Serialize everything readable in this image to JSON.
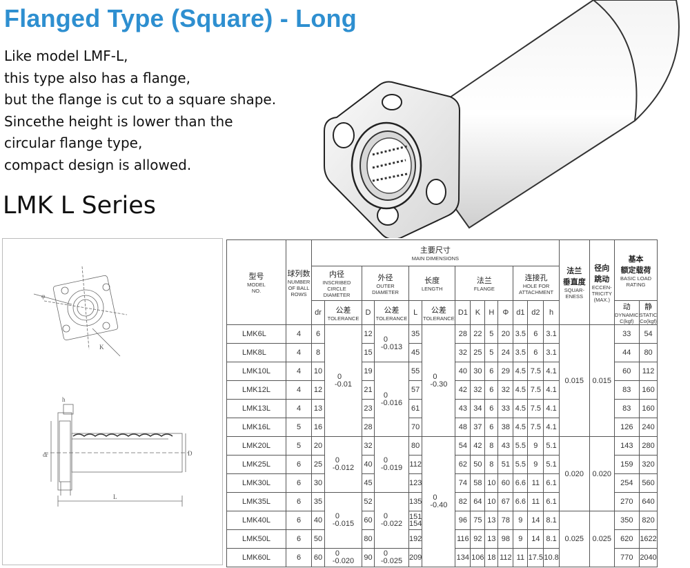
{
  "title": "Flanged Type (Square) - Long",
  "description_lines": [
    "Like model LMF-L,",
    "this type also has a flange,",
    "but the flange is cut to a square shape.",
    "Sincethe height is lower than the",
    "circular flange type,",
    "compact design is allowed."
  ],
  "series_heading": "LMK L Series",
  "drawing_labels": {
    "phi": "φ",
    "k": "K",
    "l": "L",
    "d": "D",
    "dr": "dr",
    "h": "h"
  },
  "table": {
    "header": {
      "model": {
        "cn": "型号",
        "en1": "MODEL",
        "en2": "NO."
      },
      "ball_rows": {
        "cn": "球列数",
        "en1": "NUMBER",
        "en2": "OF BALL",
        "en3": "ROWS"
      },
      "main_dims": {
        "cn": "主要尺寸",
        "en": "MAIN DIMENSIONS"
      },
      "inscribed": {
        "cn": "内径",
        "en1": "INSCRIBED",
        "en2": "CIRCLE",
        "en3": "DIAMETER"
      },
      "outer": {
        "cn": "外径",
        "en1": "OUTER",
        "en2": "DIAMETER"
      },
      "length": {
        "cn": "长度",
        "en": "LENGTH"
      },
      "flange": {
        "cn": "法兰",
        "en": "FLANGE"
      },
      "hole": {
        "cn": "连接孔",
        "en1": "HOLE FOR",
        "en2": "ATTACHMENT"
      },
      "squareness": {
        "cn": "法兰垂直度",
        "en1": "SQUAR-",
        "en2": "ENESS"
      },
      "eccentricity": {
        "cn": "径向跳动",
        "en1": "ECCEN-",
        "en2": "TRICITY",
        "en3": "(MAX.)"
      },
      "load": {
        "cn": "基本额定载荷",
        "en1": "BASIC LOAD",
        "en2": "RATING"
      },
      "tol_cn": "公差",
      "tol_en": "TOLERANCE",
      "dr": "dr",
      "D": "D",
      "L": "L",
      "D1": "D1",
      "K": "K",
      "H": "H",
      "phi": "Φ",
      "d1": "d1",
      "d2": "d2",
      "h": "h",
      "dyn_cn": "动",
      "dyn_en1": "DYNAMIC",
      "dyn_en2": "C(kgf)",
      "sta_cn": "静",
      "sta_en1": "STATIC",
      "sta_en2": "Co(kgf)"
    },
    "rows": [
      {
        "model": "LMK6L",
        "balls": "4",
        "dr": "6",
        "D": "12",
        "L": "35",
        "D1": "28",
        "K": "22",
        "H": "5",
        "phi": "20",
        "d1": "3.5",
        "d2": "6",
        "h": "3.1",
        "dyn": "33",
        "sta": "54"
      },
      {
        "model": "LMK8L",
        "balls": "4",
        "dr": "8",
        "D": "15",
        "L": "45",
        "D1": "32",
        "K": "25",
        "H": "5",
        "phi": "24",
        "d1": "3.5",
        "d2": "6",
        "h": "3.1",
        "dyn": "44",
        "sta": "80"
      },
      {
        "model": "LMK10L",
        "balls": "4",
        "dr": "10",
        "D": "19",
        "L": "55",
        "D1": "40",
        "K": "30",
        "H": "6",
        "phi": "29",
        "d1": "4.5",
        "d2": "7.5",
        "h": "4.1",
        "dyn": "60",
        "sta": "112"
      },
      {
        "model": "LMK12L",
        "balls": "4",
        "dr": "12",
        "D": "21",
        "L": "57",
        "D1": "42",
        "K": "32",
        "H": "6",
        "phi": "32",
        "d1": "4.5",
        "d2": "7.5",
        "h": "4.1",
        "dyn": "83",
        "sta": "160"
      },
      {
        "model": "LMK13L",
        "balls": "4",
        "dr": "13",
        "D": "23",
        "L": "61",
        "D1": "43",
        "K": "34",
        "H": "6",
        "phi": "33",
        "d1": "4.5",
        "d2": "7.5",
        "h": "4.1",
        "dyn": "83",
        "sta": "160"
      },
      {
        "model": "LMK16L",
        "balls": "5",
        "dr": "16",
        "D": "28",
        "L": "70",
        "D1": "48",
        "K": "37",
        "H": "6",
        "phi": "38",
        "d1": "4.5",
        "d2": "7.5",
        "h": "4.1",
        "dyn": "126",
        "sta": "240"
      },
      {
        "model": "LMK20L",
        "balls": "5",
        "dr": "20",
        "D": "32",
        "L": "80",
        "D1": "54",
        "K": "42",
        "H": "8",
        "phi": "43",
        "d1": "5.5",
        "d2": "9",
        "h": "5.1",
        "dyn": "143",
        "sta": "280"
      },
      {
        "model": "LMK25L",
        "balls": "6",
        "dr": "25",
        "D": "40",
        "L": "112",
        "D1": "62",
        "K": "50",
        "H": "8",
        "phi": "51",
        "d1": "5.5",
        "d2": "9",
        "h": "5.1",
        "dyn": "159",
        "sta": "320"
      },
      {
        "model": "LMK30L",
        "balls": "6",
        "dr": "30",
        "D": "45",
        "L": "123",
        "D1": "74",
        "K": "58",
        "H": "10",
        "phi": "60",
        "d1": "6.6",
        "d2": "11",
        "h": "6.1",
        "dyn": "254",
        "sta": "560"
      },
      {
        "model": "LMK35L",
        "balls": "6",
        "dr": "35",
        "D": "52",
        "L": "135",
        "D1": "82",
        "K": "64",
        "H": "10",
        "phi": "67",
        "d1": "6.6",
        "d2": "11",
        "h": "6.1",
        "dyn": "270",
        "sta": "640"
      },
      {
        "model": "LMK40L",
        "balls": "6",
        "dr": "40",
        "D": "60",
        "L": "151\n154",
        "D1": "96",
        "K": "75",
        "H": "13",
        "phi": "78",
        "d1": "9",
        "d2": "14",
        "h": "8.1",
        "dyn": "350",
        "sta": "820"
      },
      {
        "model": "LMK50L",
        "balls": "6",
        "dr": "50",
        "D": "80",
        "L": "192",
        "D1": "116",
        "K": "92",
        "H": "13",
        "phi": "98",
        "d1": "9",
        "d2": "14",
        "h": "8.1",
        "dyn": "620",
        "sta": "1622"
      },
      {
        "model": "LMK60L",
        "balls": "6",
        "dr": "60",
        "D": "90",
        "L": "209",
        "D1": "134",
        "K": "106",
        "H": "18",
        "phi": "112",
        "d1": "11",
        "d2": "17.5",
        "h": "10.8",
        "dyn": "770",
        "sta": "2040"
      }
    ],
    "tolerances": {
      "dr": [
        {
          "top": "0",
          "bot": "-0.01"
        },
        {
          "top": "0",
          "bot": "-0.012"
        },
        {
          "top": "0",
          "bot": "-0.015"
        },
        {
          "top": "0",
          "bot": "-0.020"
        }
      ],
      "D": [
        {
          "top": "0",
          "bot": "-0.013"
        },
        {
          "top": "0",
          "bot": "-0.016"
        },
        {
          "top": "0",
          "bot": "-0.019"
        },
        {
          "top": "0",
          "bot": "-0.022"
        },
        {
          "top": "0",
          "bot": "-0.025"
        }
      ],
      "L": [
        {
          "top": "0",
          "bot": "-0.30"
        },
        {
          "top": "0",
          "bot": "-0.40"
        }
      ]
    },
    "squareness": [
      "0.015",
      "0.020",
      "0.025"
    ],
    "eccentricity": [
      "0.015",
      "0.020",
      "0.025"
    ]
  }
}
